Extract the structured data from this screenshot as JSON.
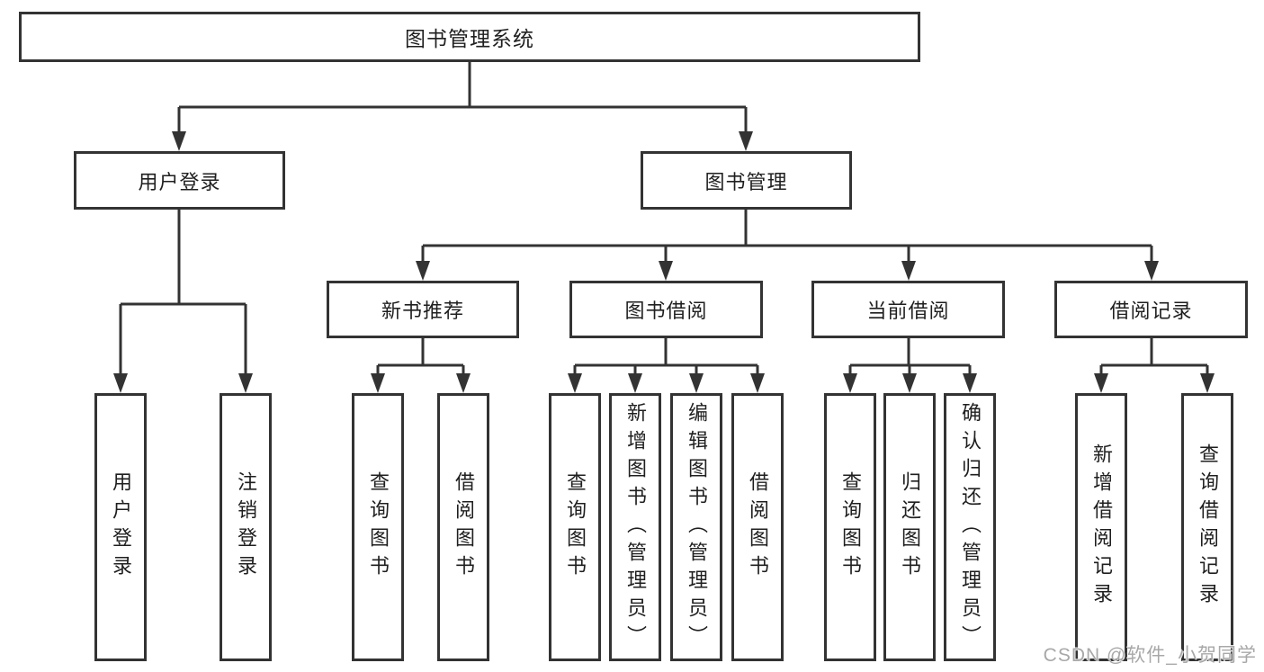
{
  "tree": {
    "label": "图书管理系统",
    "children": [
      {
        "label": "用户登录",
        "children": [
          {
            "label": "用户登录"
          },
          {
            "label": "注销登录"
          }
        ]
      },
      {
        "label": "图书管理",
        "children": [
          {
            "label": "新书推荐",
            "children": [
              {
                "label": "查询图书"
              },
              {
                "label": "借阅图书"
              }
            ]
          },
          {
            "label": "图书借阅",
            "children": [
              {
                "label": "查询图书"
              },
              {
                "label": "新增图书（管理员）"
              },
              {
                "label": "编辑图书（管理员）"
              },
              {
                "label": "借阅图书"
              }
            ]
          },
          {
            "label": "当前借阅",
            "children": [
              {
                "label": "查询图书"
              },
              {
                "label": "归还图书"
              },
              {
                "label": "确认归还（管理员）"
              }
            ]
          },
          {
            "label": "借阅记录",
            "children": [
              {
                "label": "新增借阅记录"
              },
              {
                "label": "查询借阅记录"
              }
            ]
          }
        ]
      }
    ]
  },
  "watermark": {
    "text": "CSDN @软件_小贺同学"
  },
  "colors": {
    "line": "#333333",
    "box_border": "#333333",
    "text": "#1f1f1f",
    "watermark": "#a8a8a8",
    "background": "#ffffff"
  }
}
